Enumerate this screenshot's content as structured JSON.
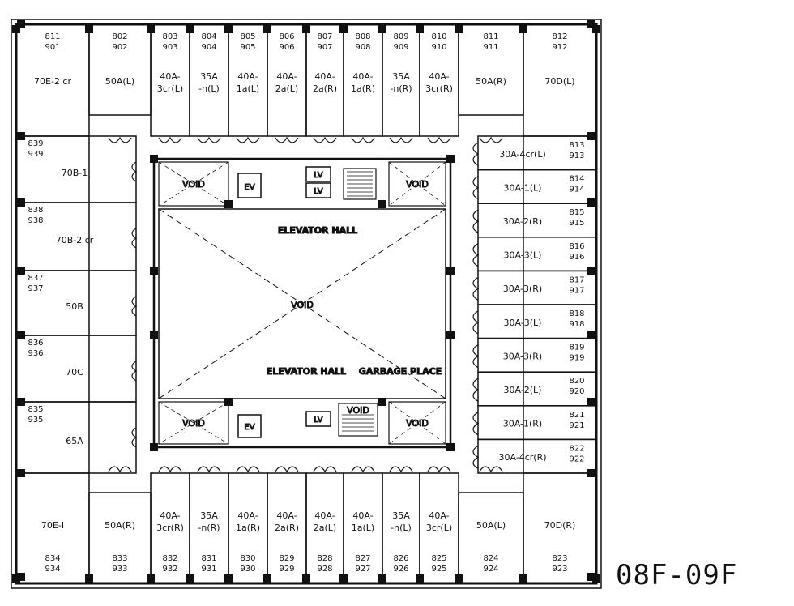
{
  "floor_code": "08F-09F",
  "center": {
    "void": "VOID",
    "elevator_hall": "ELEVATOR HALL",
    "garbage_place": "GARBAGE PLACE",
    "ev": "EV",
    "lv": "LV"
  },
  "top_units": [
    {
      "n1": "811",
      "n2": "901",
      "type": "70E-2 cr"
    },
    {
      "n1": "802",
      "n2": "902",
      "type": "50A(L)"
    },
    {
      "n1": "803",
      "n2": "903",
      "type": "40A- 3cr(L)"
    },
    {
      "n1": "804",
      "n2": "904",
      "type": "35A -n(L)"
    },
    {
      "n1": "805",
      "n2": "905",
      "type": "40A- 1a(L)"
    },
    {
      "n1": "806",
      "n2": "906",
      "type": "40A- 2a(L)"
    },
    {
      "n1": "807",
      "n2": "907",
      "type": "40A- 2a(R)"
    },
    {
      "n1": "808",
      "n2": "908",
      "type": "40A- 1a(R)"
    },
    {
      "n1": "809",
      "n2": "909",
      "type": "35A -n(R)"
    },
    {
      "n1": "810",
      "n2": "910",
      "type": "40A- 3cr(R)"
    },
    {
      "n1": "811",
      "n2": "911",
      "type": "50A(R)"
    },
    {
      "n1": "812",
      "n2": "912",
      "type": "70D(L)"
    }
  ],
  "bottom_units": [
    {
      "n1": "834",
      "n2": "934",
      "type": "70E-I"
    },
    {
      "n1": "833",
      "n2": "933",
      "type": "50A(R)"
    },
    {
      "n1": "832",
      "n2": "932",
      "type": "40A- 3cr(R)"
    },
    {
      "n1": "831",
      "n2": "931",
      "type": "35A -n(R)"
    },
    {
      "n1": "830",
      "n2": "930",
      "type": "40A- 1a(R)"
    },
    {
      "n1": "829",
      "n2": "929",
      "type": "40A- 2a(R)"
    },
    {
      "n1": "828",
      "n2": "928",
      "type": "40A- 2a(L)"
    },
    {
      "n1": "827",
      "n2": "927",
      "type": "40A- 1a(L)"
    },
    {
      "n1": "826",
      "n2": "926",
      "type": "35A -n(L)"
    },
    {
      "n1": "825",
      "n2": "925",
      "type": "40A- 3cr(L)"
    },
    {
      "n1": "824",
      "n2": "924",
      "type": "50A(L)"
    },
    {
      "n1": "823",
      "n2": "923",
      "type": "70D(R)"
    }
  ],
  "left_units": [
    {
      "n1": "839",
      "n2": "939",
      "type": "70B-1"
    },
    {
      "n1": "838",
      "n2": "938",
      "type": "70B-2 cr"
    },
    {
      "n1": "837",
      "n2": "937",
      "type": "50B"
    },
    {
      "n1": "836",
      "n2": "936",
      "type": "70C"
    },
    {
      "n1": "835",
      "n2": "935",
      "type": "65A"
    }
  ],
  "right_units": [
    {
      "n1": "813",
      "n2": "913",
      "type": "30A-4cr(L)"
    },
    {
      "n1": "814",
      "n2": "914",
      "type": "30A-1(L)"
    },
    {
      "n1": "815",
      "n2": "915",
      "type": "30A-2(R)"
    },
    {
      "n1": "816",
      "n2": "916",
      "type": "30A-3(L)"
    },
    {
      "n1": "817",
      "n2": "917",
      "type": "30A-3(R)"
    },
    {
      "n1": "818",
      "n2": "918",
      "type": "30A-3(L)"
    },
    {
      "n1": "819",
      "n2": "919",
      "type": "30A-3(R)"
    },
    {
      "n1": "820",
      "n2": "920",
      "type": "30A-2(L)"
    },
    {
      "n1": "821",
      "n2": "921",
      "type": "30A-1(R)"
    },
    {
      "n1": "822",
      "n2": "922",
      "type": "30A-4cr(R)"
    }
  ]
}
